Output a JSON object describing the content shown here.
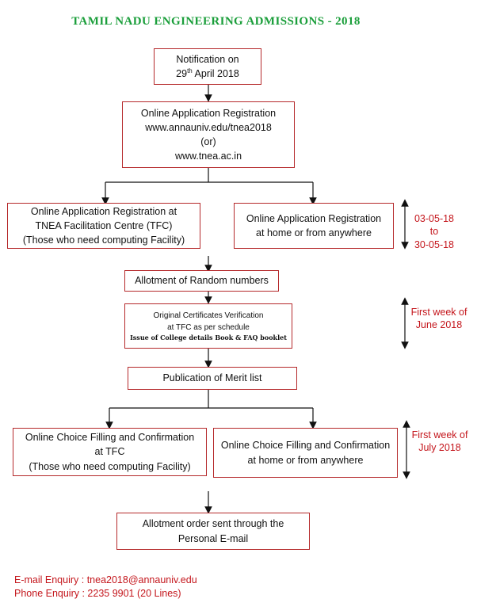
{
  "title": "TAMIL NADU ENGINEERING ADMISSIONS - 2018",
  "notification": {
    "line1": "Notification on",
    "day": "29",
    "suffix": "th",
    "rest": " April 2018"
  },
  "registration": {
    "line1": "Online Application Registration",
    "line2": "www.annauniv.edu/tnea2018",
    "line3": "(or)",
    "line4": "www.tnea.ac.in"
  },
  "tfc_registration": {
    "line1": "Online Application Registration at",
    "line2": "TNEA Facilitation Centre (TFC)",
    "line3": "(Those who need computing Facility)"
  },
  "home_registration": {
    "line1": "Online Application Registration",
    "line2": "at home or from anywhere"
  },
  "registration_dates": {
    "line1": "03-05-18",
    "line2": "to",
    "line3": "30-05-18"
  },
  "random_numbers": "Allotment of Random numbers",
  "verification": {
    "line1": "Original Certificates Verification",
    "line2": "at TFC as per schedule",
    "line3": "Issue of College details Book  & FAQ booklet"
  },
  "verification_dates": {
    "line1": "First week of",
    "line2": "June 2018"
  },
  "merit_list": "Publication of Merit list",
  "tfc_choice": {
    "line1": "Online Choice Filling and Confirmation",
    "line2": "at TFC",
    "line3": "(Those who need computing Facility)"
  },
  "home_choice": {
    "line1": "Online Choice Filling and Confirmation",
    "line2": "at home or from anywhere"
  },
  "choice_dates": {
    "line1": "First week of",
    "line2": "July 2018"
  },
  "allotment_order": {
    "line1": "Allotment order sent through the",
    "line2": "Personal E-mail"
  },
  "footer": {
    "email": "E-mail Enquiry : tnea2018@annauniv.edu",
    "phone": "Phone Enquiry : 2235 9901 (20 Lines)"
  },
  "colors": {
    "title": "#1a9e3a",
    "box_border": "#b5292b",
    "side_text": "#c4161c"
  }
}
